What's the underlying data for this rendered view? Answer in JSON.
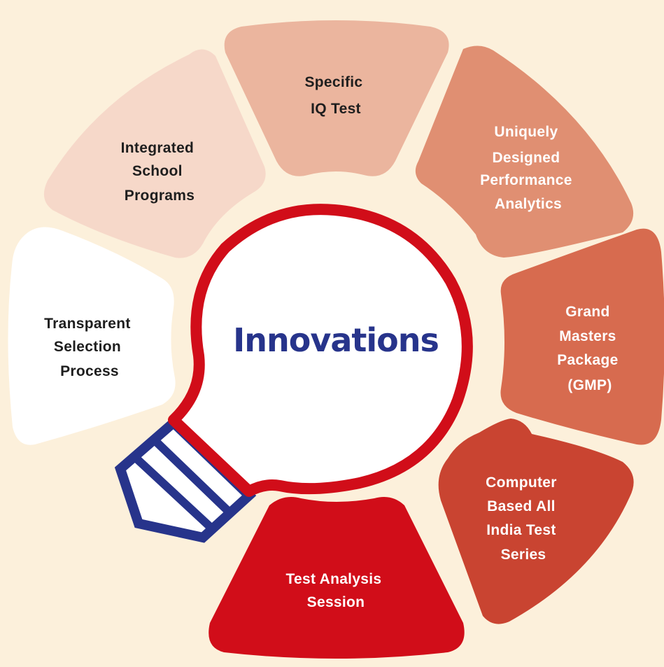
{
  "center": {
    "title": "Innovations"
  },
  "segments": [
    {
      "id": "iq-test",
      "lines": [
        "Specific",
        "IQ Test"
      ],
      "fill": "#ebb59e",
      "text_color": "#1e1e1e"
    },
    {
      "id": "performance-analytics",
      "lines": [
        "Uniquely",
        "Designed",
        "Performance",
        "Analytics"
      ],
      "fill": "#e08f72",
      "text_color": "#ffffff"
    },
    {
      "id": "gmp",
      "lines": [
        "Grand",
        "Masters",
        "Package",
        "(GMP)"
      ],
      "fill": "#d76b4f",
      "text_color": "#ffffff"
    },
    {
      "id": "computer-based-test",
      "lines": [
        "Computer",
        "Based All",
        "India Test",
        "Series"
      ],
      "fill": "#c94431",
      "text_color": "#ffffff"
    },
    {
      "id": "test-analysis",
      "lines": [
        "Test Analysis",
        "Session"
      ],
      "fill": "#d10d19",
      "text_color": "#ffffff"
    },
    {
      "id": "transparent-selection",
      "lines": [
        "Transparent",
        "Selection",
        "Process"
      ],
      "fill": "#ffffff",
      "text_color": "#1e1e1e"
    },
    {
      "id": "integrated-school",
      "lines": [
        "Integrated",
        "School",
        "Programs"
      ],
      "fill": "#f6d8c9",
      "text_color": "#1e1e1e"
    }
  ],
  "colors": {
    "background": "#fcf0db",
    "bulb_outline": "#d10d19",
    "bulb_fill": "#ffffff",
    "bulb_base": "#27348b",
    "title": "#27348b"
  }
}
